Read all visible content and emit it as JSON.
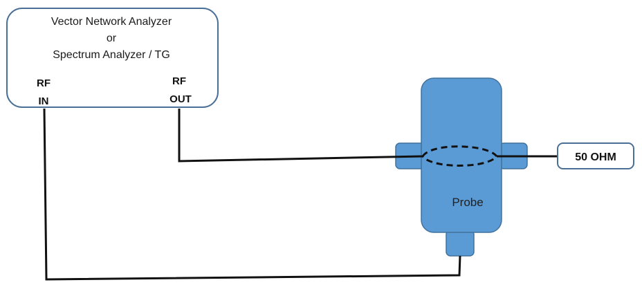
{
  "analyzer": {
    "title_lines": [
      "Vector Network Analyzer",
      "or",
      "Spectrum Analyzer / TG"
    ],
    "rf_in_lines": [
      "RF",
      "IN"
    ],
    "rf_out_lines": [
      "RF",
      "OUT"
    ]
  },
  "probe": {
    "label": "Probe"
  },
  "termination": {
    "label": "50 OHM"
  },
  "colors": {
    "box_stroke": "#4a6f96",
    "probe_fill": "#5b9bd5",
    "probe_stroke": "#41719c",
    "wire": "#111111"
  }
}
